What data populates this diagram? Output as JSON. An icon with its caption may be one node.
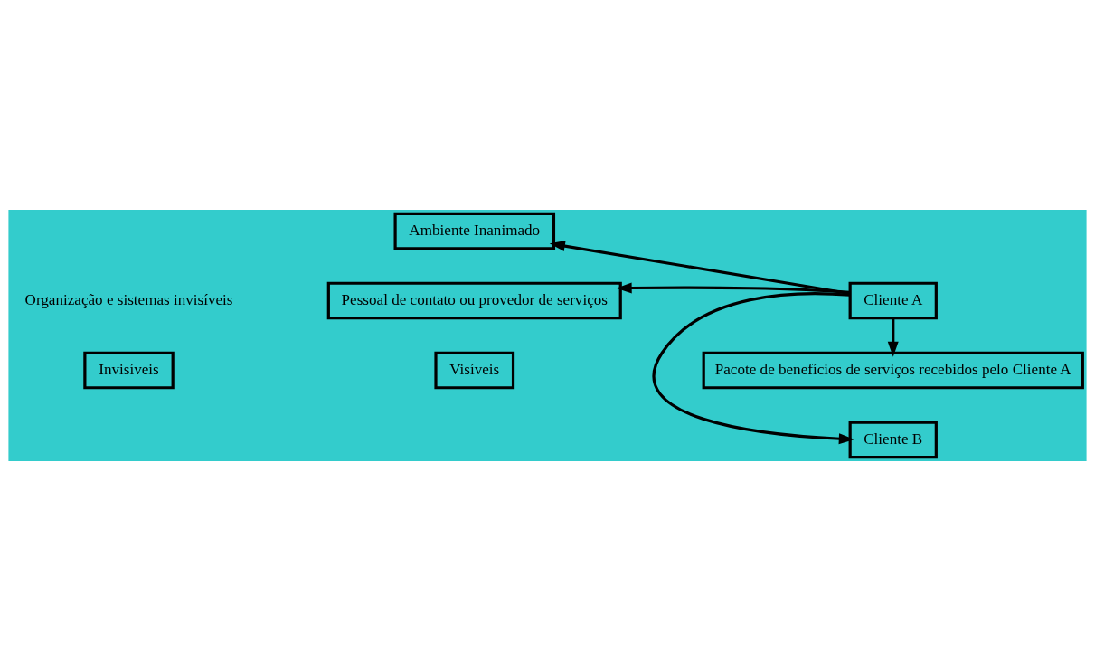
{
  "diagram": {
    "nodes": [
      {
        "text": [
          "Ambiente Inanimado"
        ]
      },
      {
        "text": [
          "Organização e sistemas invisíveis"
        ]
      },
      {
        "text": [
          "Pessoal de contato ou provedor de serviços"
        ]
      },
      {
        "text": [
          "Invisíveis"
        ]
      },
      {
        "text": [
          "Visíveis"
        ]
      },
      {
        "text": [
          "Cliente A"
        ]
      },
      {
        "text": [
          "Cliente B"
        ]
      },
      {
        "text": [
          "Pacote de benefícios de serviços recebidos pelo Cliente A"
        ]
      }
    ],
    "edges": [
      {
        "from": 5,
        "to": 0,
        "arrow": "to"
      },
      {
        "from": 5,
        "to": 2,
        "arrow": "to"
      },
      {
        "from": 5,
        "to": 6,
        "arrow": "to"
      },
      {
        "from": 5,
        "to": 7,
        "arrow": "to"
      }
    ]
  }
}
